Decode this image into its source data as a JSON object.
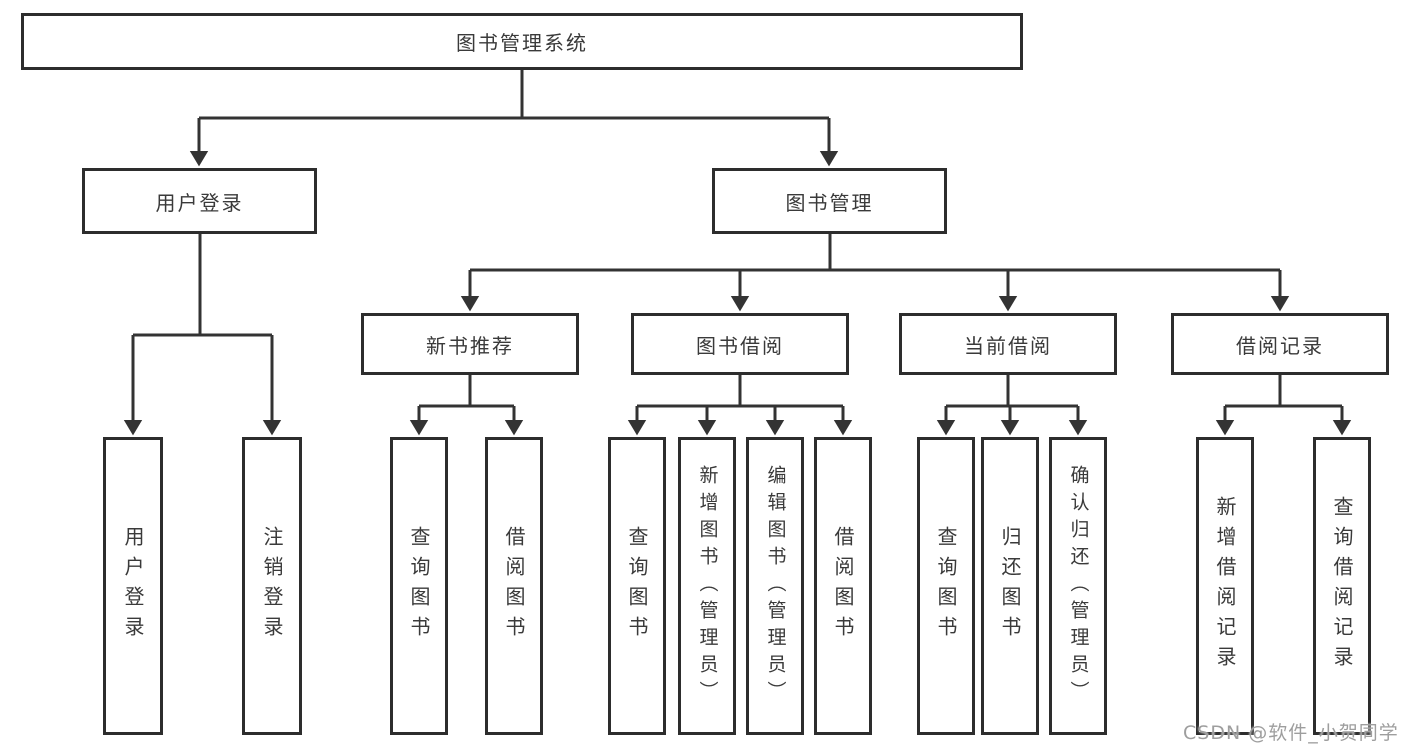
{
  "diagram": {
    "root": {
      "label": "图书管理系统"
    },
    "branches": [
      {
        "label": "用户登录",
        "leaves": [
          {
            "label": "用户登录"
          },
          {
            "label": "注销登录"
          }
        ]
      },
      {
        "label": "图书管理",
        "groups": [
          {
            "label": "新书推荐",
            "leaves": [
              {
                "label": "查询图书"
              },
              {
                "label": "借阅图书"
              }
            ]
          },
          {
            "label": "图书借阅",
            "leaves": [
              {
                "label": "查询图书"
              },
              {
                "label": "新增图书（管理员）"
              },
              {
                "label": "编辑图书（管理员）"
              },
              {
                "label": "借阅图书"
              }
            ]
          },
          {
            "label": "当前借阅",
            "leaves": [
              {
                "label": "查询图书"
              },
              {
                "label": "归还图书"
              },
              {
                "label": "确认归还（管理员）"
              }
            ]
          },
          {
            "label": "借阅记录",
            "leaves": [
              {
                "label": "新增借阅记录"
              },
              {
                "label": "查询借阅记录"
              }
            ]
          }
        ]
      }
    ]
  },
  "watermark": {
    "text": "CSDN @软件_小贺同学"
  },
  "colors": {
    "line": "#333333",
    "border": "#2d2d2d",
    "text": "#3a3a3a",
    "background": "#ffffff",
    "watermark": "#9e9e9e"
  }
}
